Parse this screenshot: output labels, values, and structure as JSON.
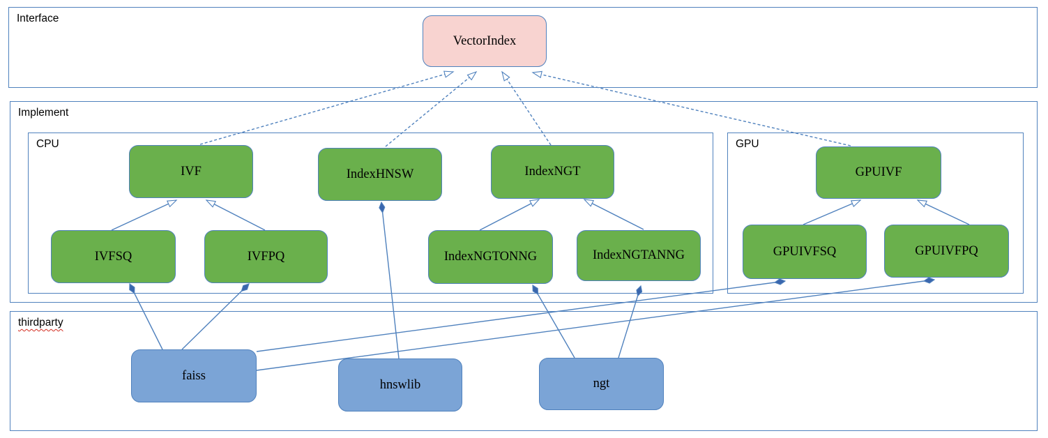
{
  "colors": {
    "stroke": "#4f81bd",
    "interface_fill": "#f8d3d0",
    "class_fill": "#6ab04c",
    "lib_fill": "#7ba4d6",
    "diamond_fill": "#3a66ad",
    "spellcheck_underline": "#d22a1e"
  },
  "containers": {
    "interface": {
      "label": "Interface"
    },
    "implement": {
      "label": "Implement"
    },
    "cpu": {
      "label": "CPU"
    },
    "gpu": {
      "label": "GPU"
    },
    "thirdparty": {
      "label": "thirdparty"
    }
  },
  "nodes": {
    "vectorindex": {
      "label": "VectorIndex",
      "kind": "interface"
    },
    "ivf": {
      "label": "IVF",
      "kind": "class"
    },
    "indexhnsw": {
      "label": "IndexHNSW",
      "kind": "class"
    },
    "indexngt": {
      "label": "IndexNGT",
      "kind": "class"
    },
    "ivfsq": {
      "label": "IVFSQ",
      "kind": "class"
    },
    "ivfpq": {
      "label": "IVFPQ",
      "kind": "class"
    },
    "indexngtonng": {
      "label": "IndexNGTONNG",
      "kind": "class"
    },
    "indexngtanng": {
      "label": "IndexNGTANNG",
      "kind": "class"
    },
    "gpuivf": {
      "label": "GPUIVF",
      "kind": "class"
    },
    "gpuivfsq": {
      "label": "GPUIVFSQ",
      "kind": "class"
    },
    "gpuivfpq": {
      "label": "GPUIVFPQ",
      "kind": "class"
    },
    "faiss": {
      "label": "faiss",
      "kind": "library"
    },
    "hnswlib": {
      "label": "hnswlib",
      "kind": "library"
    },
    "ngt": {
      "label": "ngt",
      "kind": "library"
    }
  },
  "edges": [
    {
      "from": "ivf",
      "to": "vectorindex",
      "type": "realization"
    },
    {
      "from": "indexhnsw",
      "to": "vectorindex",
      "type": "realization"
    },
    {
      "from": "indexngt",
      "to": "vectorindex",
      "type": "realization"
    },
    {
      "from": "gpuivf",
      "to": "vectorindex",
      "type": "realization"
    },
    {
      "from": "ivfsq",
      "to": "ivf",
      "type": "inheritance"
    },
    {
      "from": "ivfpq",
      "to": "ivf",
      "type": "inheritance"
    },
    {
      "from": "indexngtonng",
      "to": "indexngt",
      "type": "inheritance"
    },
    {
      "from": "indexngtanng",
      "to": "indexngt",
      "type": "inheritance"
    },
    {
      "from": "gpuivfsq",
      "to": "gpuivf",
      "type": "inheritance"
    },
    {
      "from": "gpuivfpq",
      "to": "gpuivf",
      "type": "inheritance"
    },
    {
      "from": "faiss",
      "to": "ivfsq",
      "type": "composition"
    },
    {
      "from": "faiss",
      "to": "ivfpq",
      "type": "composition"
    },
    {
      "from": "hnswlib",
      "to": "indexhnsw",
      "type": "composition"
    },
    {
      "from": "ngt",
      "to": "indexngtonng",
      "type": "composition"
    },
    {
      "from": "ngt",
      "to": "indexngtanng",
      "type": "composition"
    },
    {
      "from": "faiss",
      "to": "gpuivfsq",
      "type": "composition"
    },
    {
      "from": "faiss",
      "to": "gpuivfpq",
      "type": "composition"
    }
  ]
}
